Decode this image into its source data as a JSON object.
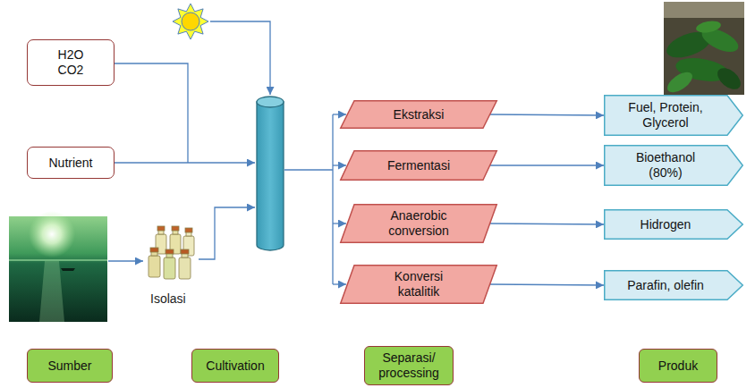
{
  "diagram": {
    "nodes": [
      {
        "text": [
          "H2O CO2"
        ]
      },
      {
        "text": [
          "Nutrient"
        ]
      },
      {
        "text": [
          "Ekstraksi"
        ]
      },
      {
        "text": [
          "Fermentasi"
        ]
      },
      {
        "text": [
          "Anaerobic conversion"
        ]
      },
      {
        "text": [
          "Konversi katalitik"
        ]
      },
      {
        "text": [
          "Fuel, Protein, Glycerol"
        ]
      },
      {
        "text": [
          "Bioethanol (80%)"
        ]
      },
      {
        "text": [
          "Hidrogen"
        ]
      },
      {
        "text": [
          "Parafin, olefin"
        ]
      },
      {
        "text": [
          "Sumber"
        ]
      },
      {
        "text": [
          "Cultivation"
        ]
      },
      {
        "text": [
          "Separasi/ processing"
        ]
      },
      {
        "text": [
          "Produk"
        ]
      }
    ],
    "edges": [
      {
        "from": 2,
        "to": 6,
        "arrow": "to"
      },
      {
        "from": 3,
        "to": 7,
        "arrow": "to"
      },
      {
        "from": 4,
        "to": 8,
        "arrow": "to"
      },
      {
        "from": 5,
        "to": 9,
        "arrow": "to"
      }
    ],
    "labels": [
      "Isolasi"
    ]
  }
}
